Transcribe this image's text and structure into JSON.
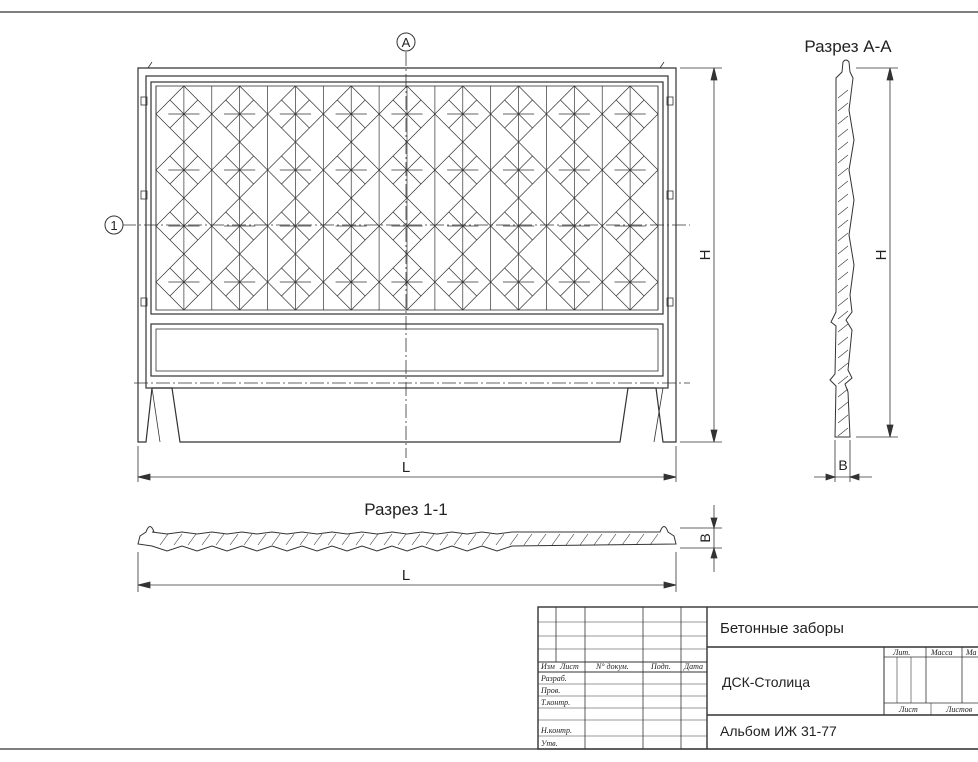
{
  "labels": {
    "axis_a": "A",
    "axis_1": "1",
    "section_aa": "Разрез А-А",
    "section_11": "Разрез 1-1",
    "dim_h_front": "H",
    "dim_h_side": "H",
    "dim_l_front": "L",
    "dim_l_section": "L",
    "dim_b_side": "B",
    "dim_b_section": "B"
  },
  "title_block": {
    "title": "Бетонные заборы",
    "organization": "ДСК-Столица",
    "album": "Альбом ИЖ 31-77",
    "header": {
      "izm": "Изм",
      "list": "Лист",
      "doc": "N° докум.",
      "sign": "Подп.",
      "date": "Дата"
    },
    "roles": [
      "Разраб.",
      "Пров.",
      "Т.контр.",
      "",
      "Н.контр.",
      "Утв."
    ],
    "stage_headers": {
      "lit": "Лит.",
      "massa": "Масса",
      "mashtab": "Ма"
    },
    "sheet_headers": {
      "sheet": "Лист",
      "sheets": "Листов"
    }
  }
}
